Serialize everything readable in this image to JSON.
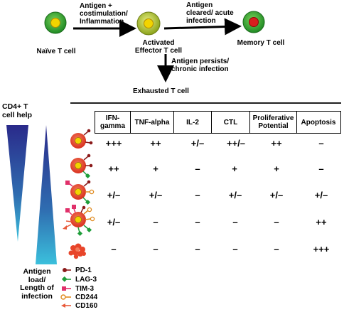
{
  "top": {
    "naive_label": "Naïve T cell",
    "arrow1_label": [
      "Antigen +",
      "costimulation/",
      "Inflammation"
    ],
    "activated_label": [
      "Activated",
      "Effector T cell"
    ],
    "arrow2_label": [
      "Antigen",
      "cleared/ acute",
      "infection"
    ],
    "memory_label": "Memory T cell",
    "arrow3_label": [
      "Antigen persists/",
      "chronic infection"
    ],
    "exhausted_label": "Exhausted T cell"
  },
  "left": {
    "cd4_label": [
      "CD4+ T",
      "cell help"
    ],
    "antigen_label": [
      "Antigen",
      "load/",
      "Length of",
      "infection"
    ]
  },
  "table": {
    "headers": [
      "IFN-\ngamma",
      "TNF-alpha",
      "IL-2",
      "CTL",
      "Proliferative\nPotential",
      "Apoptosis"
    ],
    "rows": [
      [
        "+++",
        "++",
        "+/–",
        "++/–",
        "++",
        "–"
      ],
      [
        "++",
        "+",
        "–",
        "+",
        "+",
        "–"
      ],
      [
        "+/–",
        "+/–",
        "–",
        "+/–",
        "+/–",
        "+/–"
      ],
      [
        "+/–",
        "–",
        "–",
        "–",
        "–",
        "++"
      ],
      [
        "–",
        "–",
        "–",
        "–",
        "–",
        "+++"
      ]
    ]
  },
  "legend": [
    "PD-1",
    "LAG-3",
    "TIM-3",
    "CD244",
    "CD160"
  ],
  "colors": {
    "naive_outer": "#2e9e2e",
    "naive_inner": "#f2d400",
    "activated_outer": "#b9c31a",
    "activated_inner": "#f2d400",
    "memory_outer": "#2e9e2e",
    "memory_inner": "#d81e1e",
    "cell_red": "#e8452a",
    "pd1": "#8b1a1a",
    "lag3": "#1e9e3a",
    "tim3": "#e0306a",
    "cd244": "#e08a1e",
    "cd160": "#e85a3a",
    "triangle_dark": "#2a2a8a",
    "triangle_light": "#38b8d8"
  }
}
